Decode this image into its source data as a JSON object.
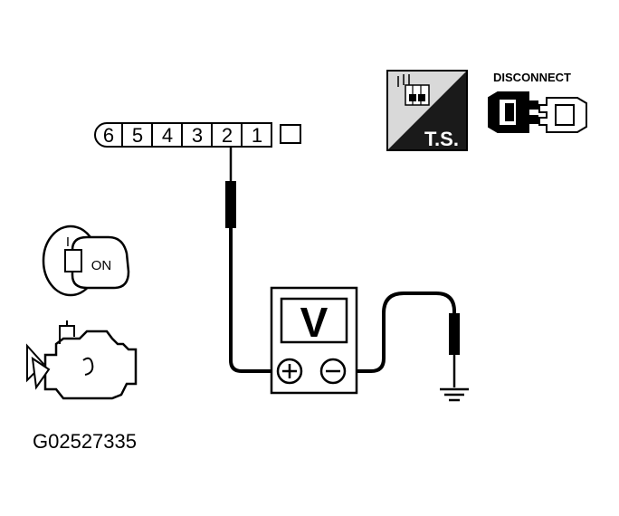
{
  "connector": {
    "pins": [
      "6",
      "5",
      "4",
      "3",
      "2",
      "1"
    ]
  },
  "icons": {
    "ts_label": "T.S.",
    "disconnect_label": "DISCONNECT",
    "ignition_label": "ON",
    "ignition_mark": "I"
  },
  "meter": {
    "letter": "V"
  },
  "figure_code": "G02527335",
  "colors": {
    "line": "#000000",
    "background": "#ffffff",
    "ts_dark": "#1a1a1a",
    "ts_light": "#d9d9d9"
  }
}
